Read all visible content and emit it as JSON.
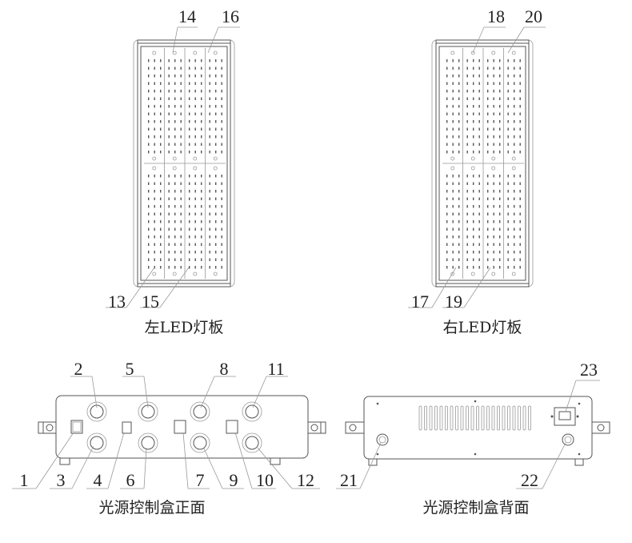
{
  "panels": {
    "left": {
      "caption": "左LED灯板",
      "callouts": {
        "top": [
          "14",
          "16"
        ],
        "bottom": [
          "13",
          "15"
        ]
      }
    },
    "right": {
      "caption": "右LED灯板",
      "callouts": {
        "top": [
          "18",
          "20"
        ],
        "bottom": [
          "17",
          "19"
        ]
      }
    }
  },
  "control_box_front": {
    "caption": "光源控制盒正面",
    "callouts": {
      "top": [
        "2",
        "5",
        "8",
        "11"
      ],
      "bottom": [
        "1",
        "3",
        "4",
        "6",
        "7",
        "9",
        "10",
        "12"
      ]
    }
  },
  "control_box_back": {
    "caption": "光源控制盒背面",
    "callouts": {
      "top": [
        "23"
      ],
      "bottom": [
        "21",
        "22"
      ]
    }
  },
  "colors": {
    "line": "#555555",
    "text": "#222222",
    "background": "#ffffff"
  }
}
